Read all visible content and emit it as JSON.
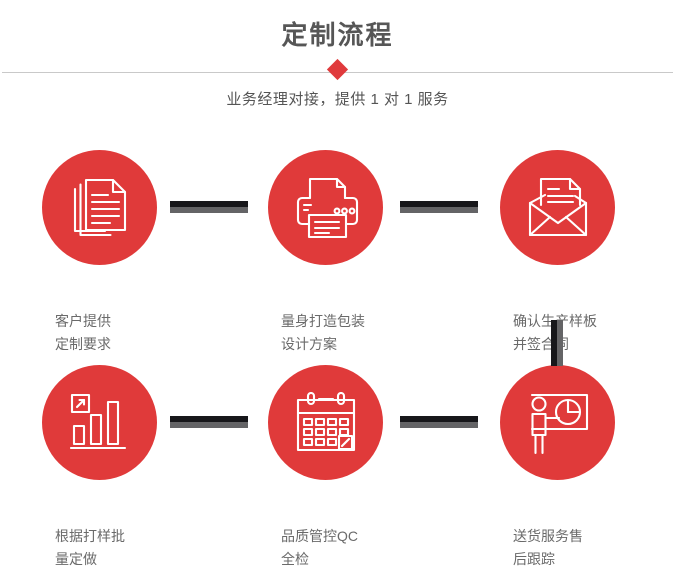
{
  "header": {
    "title": "定制流程",
    "subtitle": "业务经理对接，提供 1 对 1 服务",
    "divider_icon": "diamond-icon",
    "accent_color": "#e03a3c",
    "title_color": "#565656",
    "divider_color": "#c9c9c9"
  },
  "theme": {
    "circle_color": "#e03a3a",
    "connector_dark": "#17171a",
    "connector_gray": "#646466",
    "label_color": "#6a6a6a",
    "background": "#ffffff"
  },
  "flow": {
    "steps": [
      {
        "index": 1,
        "icon": "documents-stack-icon",
        "label": "客户提供\n定制要求"
      },
      {
        "index": 2,
        "icon": "printer-icon",
        "label": "量身打造包装\n设计方案"
      },
      {
        "index": 3,
        "icon": "envelope-letter-icon",
        "label": "确认生产样板\n并签合同"
      },
      {
        "index": 4,
        "icon": "bar-chart-growth-icon",
        "label": "根据打样批\n量定做"
      },
      {
        "index": 5,
        "icon": "calendar-check-icon",
        "label": "品质管控QC\n全检"
      },
      {
        "index": 6,
        "icon": "presentation-person-icon",
        "label": "送货服务售\n后跟踪"
      }
    ],
    "connectors": [
      {
        "name": "connector-step1-step2",
        "orientation": "horizontal"
      },
      {
        "name": "connector-step2-step3",
        "orientation": "horizontal"
      },
      {
        "name": "connector-step3-step6",
        "orientation": "vertical"
      },
      {
        "name": "connector-step4-step5",
        "orientation": "horizontal"
      },
      {
        "name": "connector-step5-step6",
        "orientation": "horizontal"
      }
    ]
  }
}
